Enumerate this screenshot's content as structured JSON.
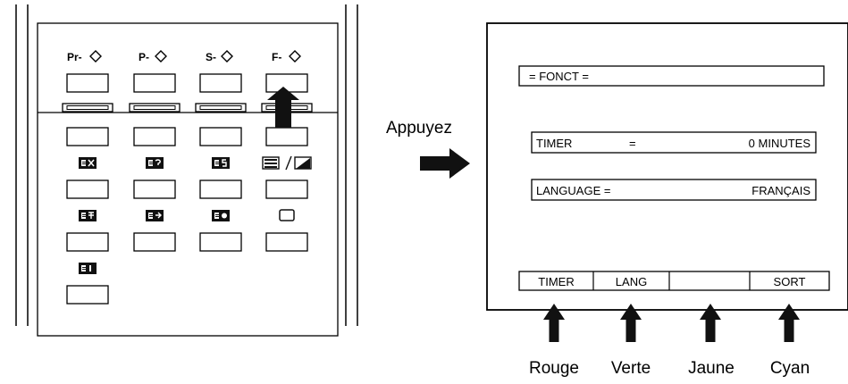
{
  "remote": {
    "top_labels": [
      "Pr-",
      "P-",
      "S-",
      "F-"
    ]
  },
  "press_label": "Appuyez",
  "screen": {
    "title": "= FONCT =",
    "timer_label": "TIMER",
    "timer_eq": "=",
    "timer_value": "0 MINUTES",
    "language_label": "LANGUAGE =",
    "language_value": "FRANÇAIS",
    "menu": [
      "TIMER",
      "LANG",
      "",
      "SORT"
    ]
  },
  "arrow_labels": [
    "Rouge",
    "Verte",
    "Jaune",
    "Cyan"
  ]
}
